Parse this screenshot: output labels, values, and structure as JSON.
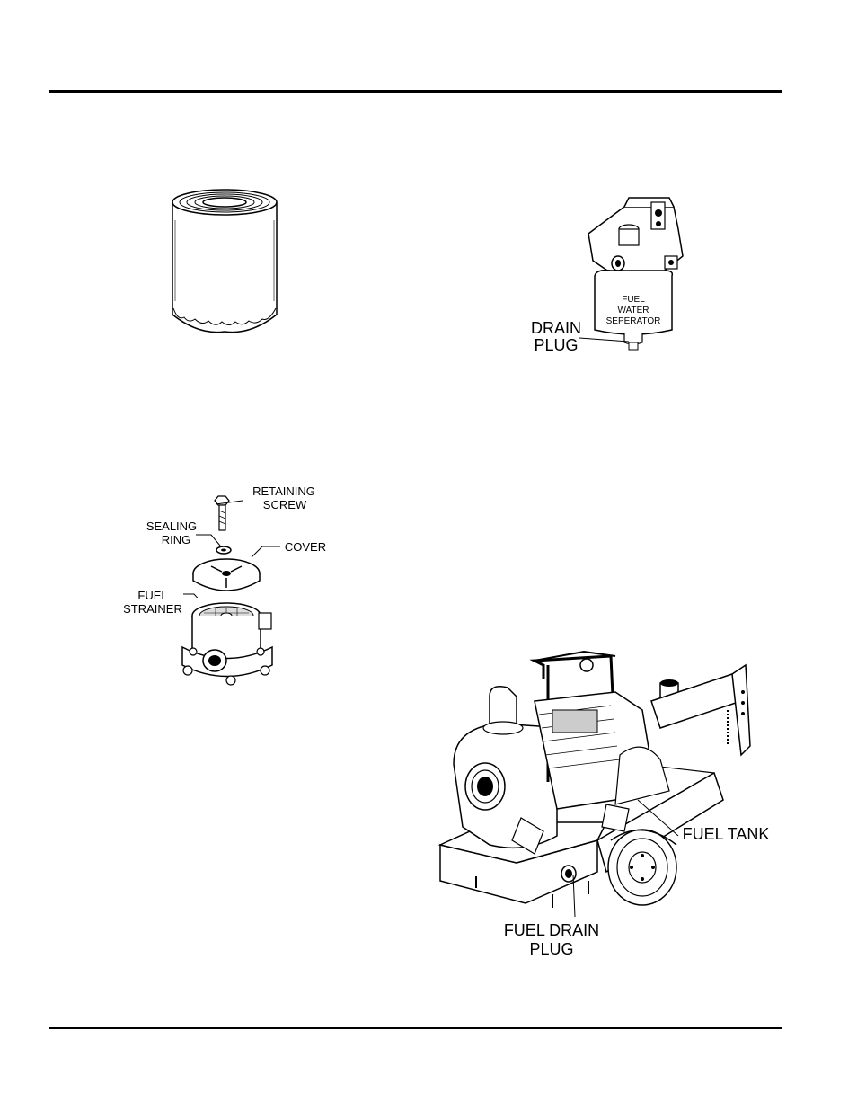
{
  "figures": {
    "fuel_filter": {},
    "fuel_water_separator": {
      "label_fuel": "FUEL",
      "label_water": "WATER",
      "label_separator": "SEPERATOR",
      "drain_plug_line1": "DRAIN",
      "drain_plug_line2": "PLUG"
    },
    "fuel_strainer_assembly": {
      "retaining_line1": "RETAINING",
      "retaining_line2": "SCREW",
      "sealing_line1": "SEALING",
      "sealing_line2": "RING",
      "cover": "COVER",
      "fuel_line1": "FUEL",
      "fuel_line2": "STRAINER"
    },
    "pump_trailer": {
      "fuel_tank": "FUEL TANK",
      "fuel_drain_line1": "FUEL DRAIN",
      "fuel_drain_line2": "PLUG"
    }
  }
}
